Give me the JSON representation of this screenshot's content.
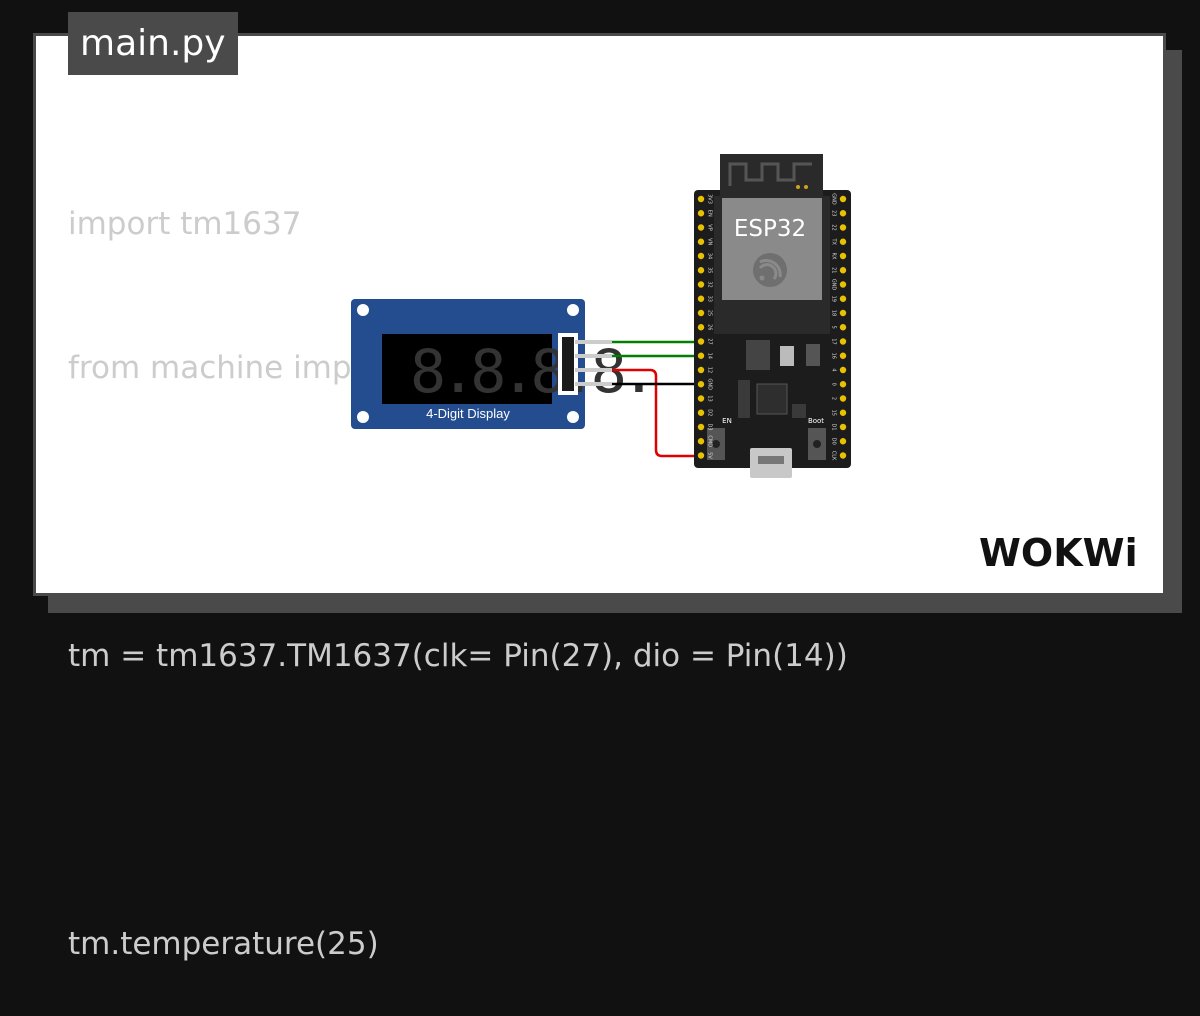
{
  "file_tab": "main.py",
  "code_lines": [
    "import tm1637",
    "from machine import Pin",
    "",
    "tm = tm1637.TM1637(clk= Pin(27), dio = Pin(14))",
    "",
    "tm.temperature(25)"
  ],
  "display": {
    "label": "4-Digit Display",
    "digits": "8.8.8.8."
  },
  "esp32": {
    "label": "ESP32",
    "left_pins": [
      "3V3",
      "EN",
      "VP",
      "VN",
      "34",
      "35",
      "32",
      "33",
      "25",
      "26",
      "27",
      "14",
      "12",
      "GND",
      "13",
      "D2",
      "D3",
      "CMD",
      "5V"
    ],
    "right_pins": [
      "GND",
      "23",
      "22",
      "TX",
      "RX",
      "21",
      "GND",
      "19",
      "18",
      "5",
      "17",
      "16",
      "4",
      "0",
      "2",
      "15",
      "D1",
      "D0",
      "CLK"
    ],
    "en_label": "EN",
    "boot_label": "Boot"
  },
  "wire_colors": {
    "clk": "#008000",
    "dio": "#008000",
    "vcc": "#e00000",
    "gnd": "#000000"
  },
  "brand": "WOKWi"
}
